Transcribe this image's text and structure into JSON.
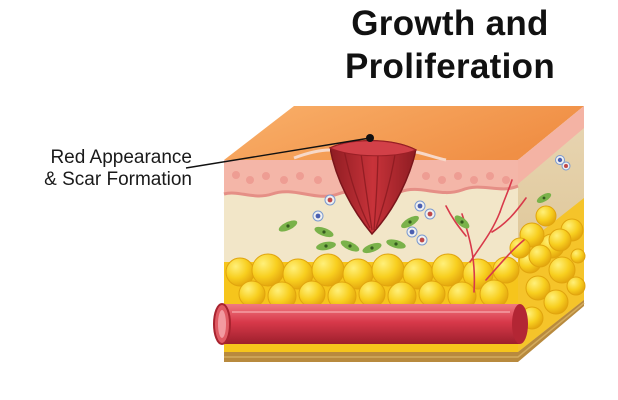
{
  "diagram": {
    "title_line1": "Growth and",
    "title_line2": "Proliferation",
    "callout_line1": "Red Appearance",
    "callout_line2": "& Scar Formation",
    "colors": {
      "skin_top": "#f6a25a",
      "epidermis": "#f3b3a6",
      "dermis": "#f2e5c6",
      "fat": "#f6c51c",
      "vessel": "#d8394a",
      "scar": "#b8262f",
      "base": "#b88a3e"
    }
  }
}
